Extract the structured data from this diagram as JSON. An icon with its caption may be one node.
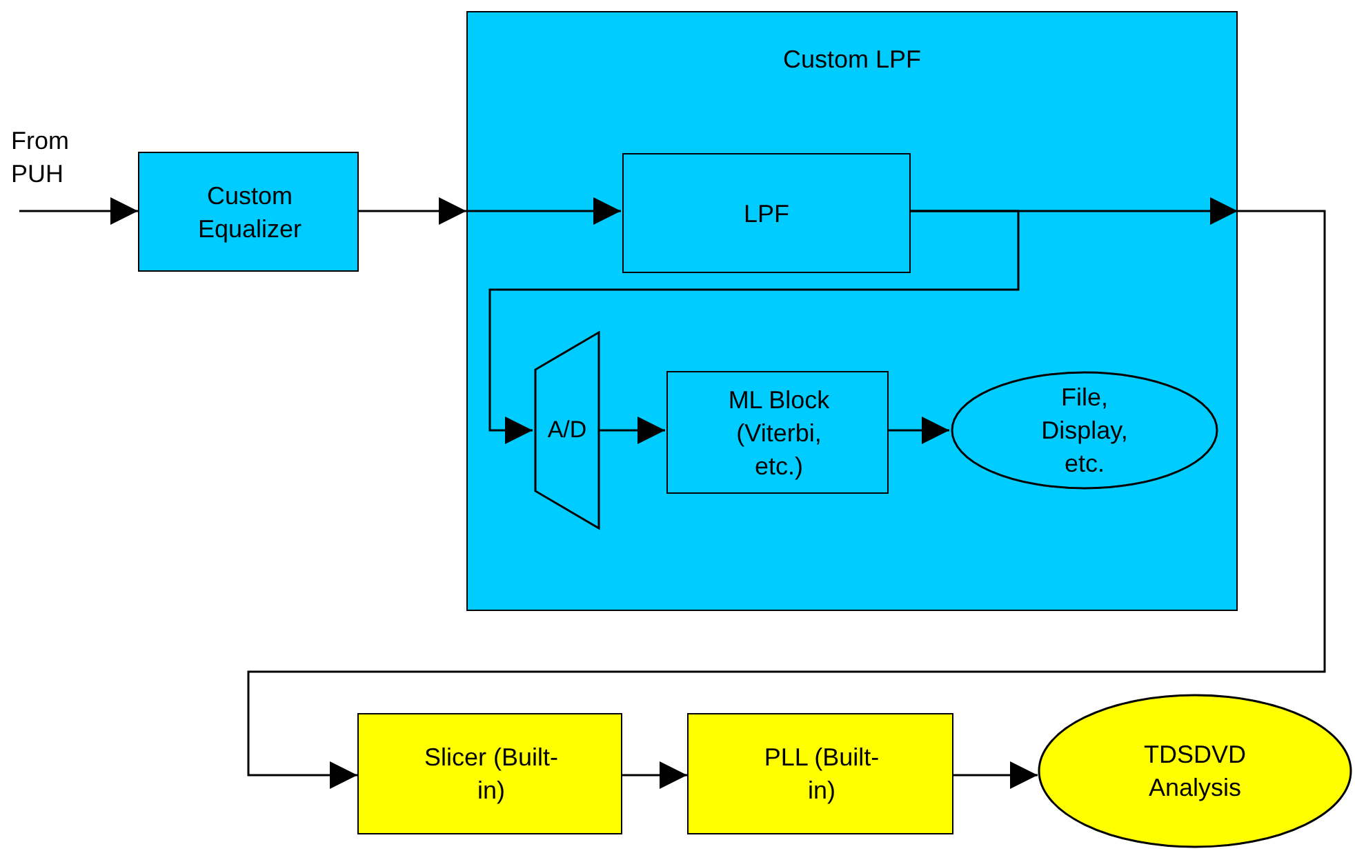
{
  "diagram": {
    "nodes": [
      {
        "text": [
          "From PUH"
        ]
      },
      {
        "text": [
          "Custom Equalizer"
        ]
      },
      {
        "text": [
          "Custom LPF"
        ]
      },
      {
        "text": [
          "LPF"
        ],
        "in": 2
      },
      {
        "text": [
          "A/D"
        ],
        "in": 2
      },
      {
        "text": [
          "ML Block (Viterbi, etc.)"
        ],
        "in": 2
      },
      {
        "text": [
          "File, Display, etc."
        ],
        "in": 2
      },
      {
        "text": [
          "Slicer (Built-in)"
        ]
      },
      {
        "text": [
          "PLL (Built-in)"
        ]
      },
      {
        "text": [
          "TDSDVD Analysis"
        ]
      }
    ],
    "edges": [
      {
        "from": 0,
        "to": 1,
        "arrow": "to"
      },
      {
        "from": 1,
        "to": 2,
        "arrow": "to"
      },
      {
        "from": 2,
        "to": 3,
        "arrow": "to"
      },
      {
        "from": 3,
        "to": 2,
        "arrow": "to"
      },
      {
        "from": 3,
        "to": 4,
        "arrow": "to"
      },
      {
        "from": 4,
        "to": 5,
        "arrow": "to"
      },
      {
        "from": 5,
        "to": 6,
        "arrow": "to"
      },
      {
        "from": 2,
        "to": 7,
        "arrow": "to"
      },
      {
        "from": 7,
        "to": 8,
        "arrow": "to"
      },
      {
        "from": 8,
        "to": 9,
        "arrow": "to"
      }
    ]
  }
}
